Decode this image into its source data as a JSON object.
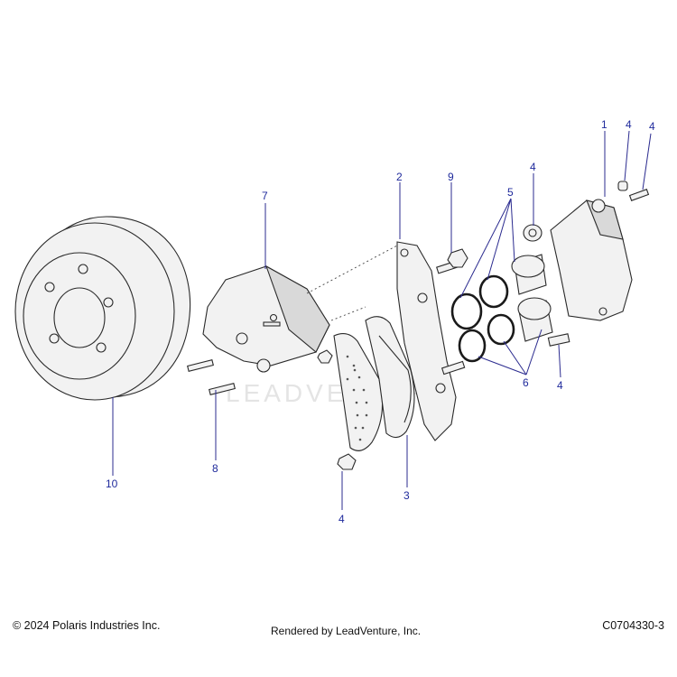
{
  "footer": {
    "copyright": "© 2024 Polaris Industries Inc.",
    "rendered_by": "Rendered by LeadVenture, Inc.",
    "diagram_code": "C0704330-3"
  },
  "watermark": "LEADVENTURE",
  "callouts": {
    "c1": "1",
    "c2": "2",
    "c3": "3",
    "c4a": "4",
    "c4b": "4",
    "c4c": "4",
    "c4d": "4",
    "c4e": "4",
    "c5": "5",
    "c6": "6",
    "c7": "7",
    "c8": "8",
    "c9": "9",
    "c10": "10"
  },
  "colors": {
    "callout": "#1f2a9c",
    "line": "#2a2a2a"
  }
}
